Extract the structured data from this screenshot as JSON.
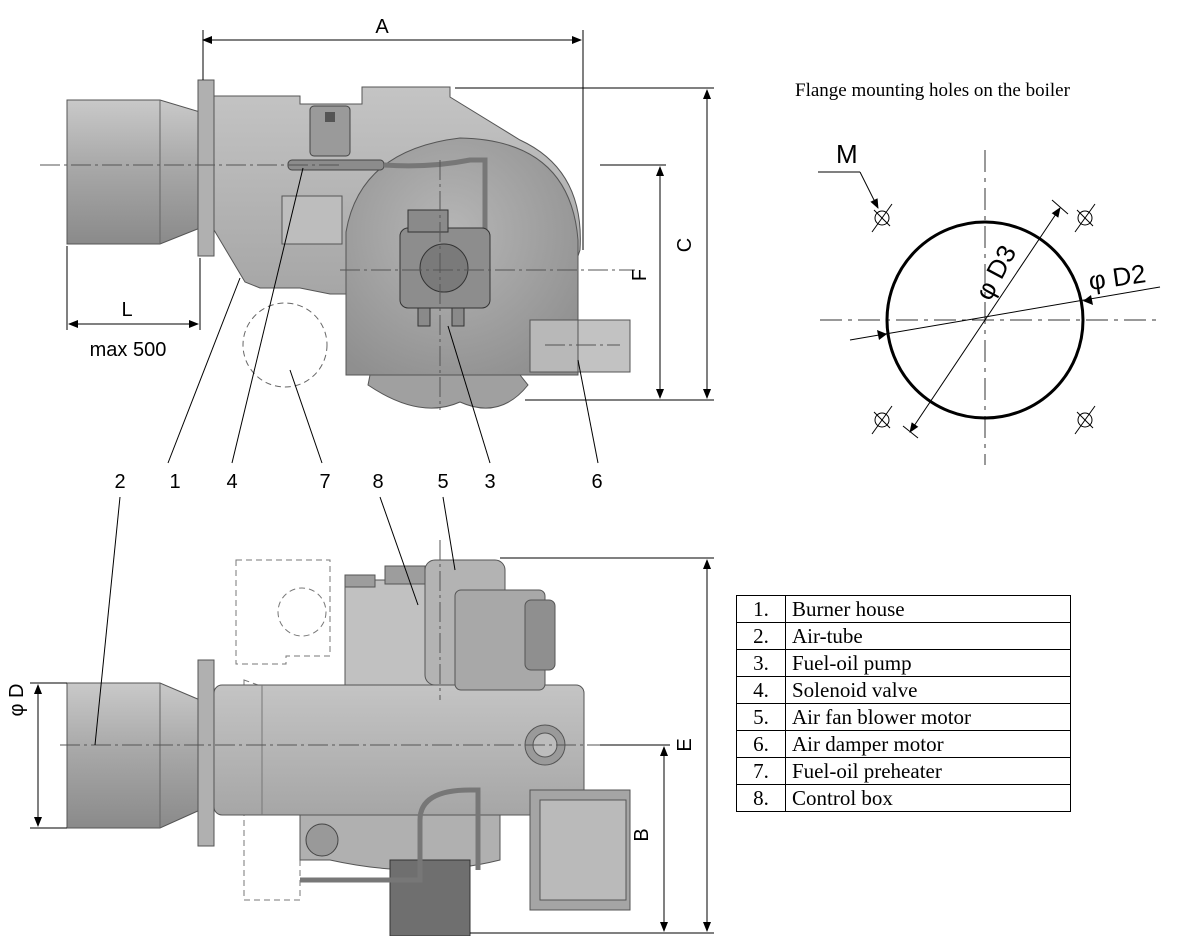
{
  "flange": {
    "title": "Flange mounting holes on the boiler",
    "label_m": "M",
    "label_d3": "φ D3",
    "label_d2": "φ D2"
  },
  "dimensions": {
    "a": "A",
    "b": "B",
    "c": "C",
    "d": "φ D",
    "e": "E",
    "f": "F",
    "l": "L",
    "l_note": "max 500"
  },
  "callouts": [
    "2",
    "1",
    "4",
    "7",
    "8",
    "5",
    "3",
    "6"
  ],
  "legend": [
    {
      "num": "1.",
      "name": "Burner house"
    },
    {
      "num": "2.",
      "name": "Air-tube"
    },
    {
      "num": "3.",
      "name": "Fuel-oil pump"
    },
    {
      "num": "4.",
      "name": "Solenoid valve"
    },
    {
      "num": "5.",
      "name": "Air fan blower motor"
    },
    {
      "num": "6.",
      "name": "Air damper motor"
    },
    {
      "num": "7.",
      "name": "Fuel-oil preheater"
    },
    {
      "num": "8.",
      "name": "Control box"
    }
  ]
}
